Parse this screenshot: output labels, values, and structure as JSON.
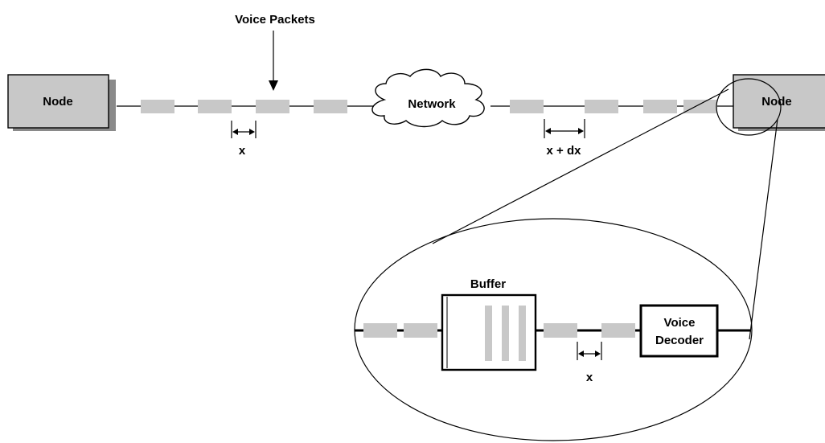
{
  "labels": {
    "voice_packets": "Voice Packets",
    "node_left": "Node",
    "node_right": "Node",
    "network": "Network",
    "spacing_x_top": "x",
    "spacing_x_dx": "x + dx",
    "buffer": "Buffer",
    "voice_decoder_line1": "Voice",
    "voice_decoder_line2": "Decoder",
    "spacing_x_inner": "x"
  },
  "colors": {
    "packet": "#c8c8c8",
    "node_fill": "#c8c8c8",
    "node_shadow": "#8a8a8a",
    "line": "#000000"
  }
}
